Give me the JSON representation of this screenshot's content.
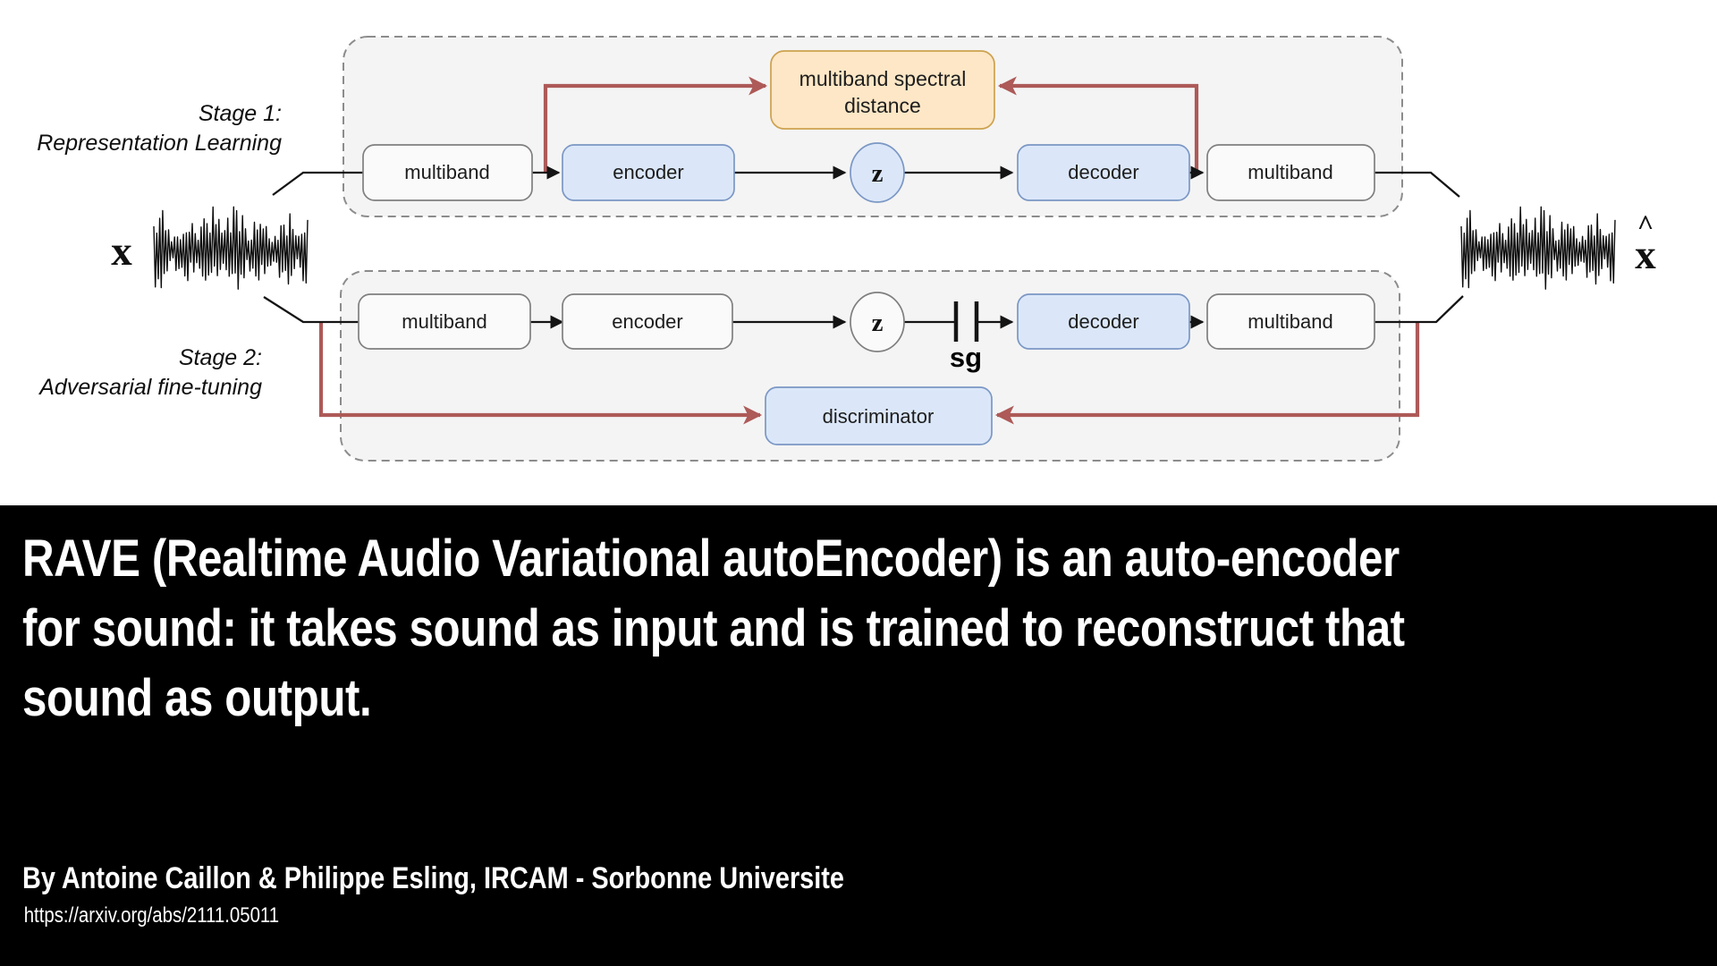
{
  "diagram": {
    "stage1": {
      "label_line1": "Stage 1:",
      "label_line2": "Representation Learning",
      "boxes": {
        "multiband_in": "multiband",
        "encoder": "encoder",
        "latent": "z",
        "decoder": "decoder",
        "multiband_out": "multiband"
      },
      "loss_box": {
        "line1": "multiband spectral",
        "line2": "distance"
      }
    },
    "stage2": {
      "label_line1": "Stage 2:",
      "label_line2": "Adversarial fine-tuning",
      "boxes": {
        "multiband_in": "multiband",
        "encoder": "encoder",
        "latent": "z",
        "decoder": "decoder",
        "multiband_out": "multiband"
      },
      "sg_label": "sg",
      "discriminator_label": "discriminator"
    },
    "input_label": "x",
    "output_label": "x",
    "output_hat": "^",
    "colors": {
      "container_fill": "#f4f4f4",
      "container_stroke": "#8c8c8c",
      "box_gray_fill": "#fafafa",
      "box_gray_stroke": "#7f7f7f",
      "box_blue_fill": "#dbe7f9",
      "box_blue_stroke": "#7b97c4",
      "loss_fill": "#fde7c6",
      "loss_stroke": "#cda14e",
      "arrow_red": "#ad5a58",
      "arrow_black": "#141414"
    }
  },
  "caption": {
    "lines": [
      "RAVE (Realtime Audio Variational autoEncoder) is an auto-encoder",
      "for sound: it takes sound as input and is trained to reconstruct that",
      "sound as output."
    ],
    "byline": "By Antoine Caillon & Philippe Esling, IRCAM - Sorbonne Universite",
    "url": "https://arxiv.org/abs/2111.05011"
  }
}
